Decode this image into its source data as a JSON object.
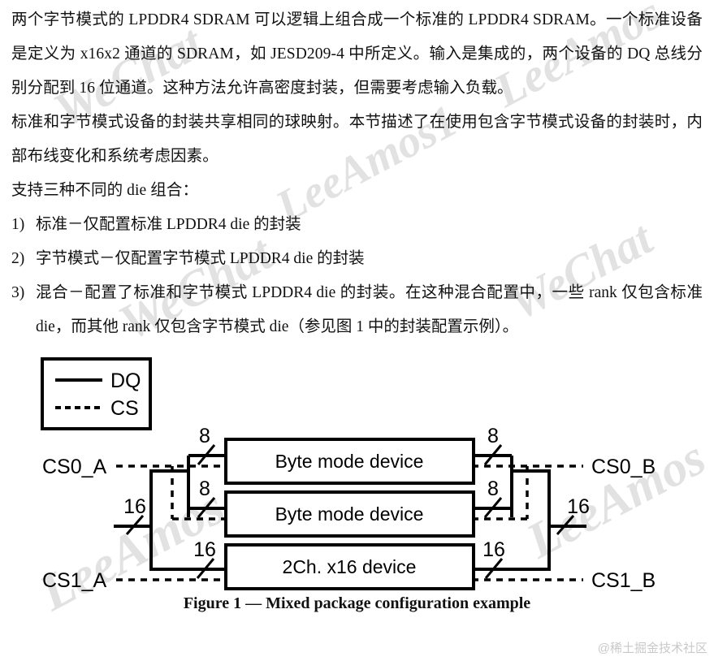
{
  "document": {
    "paragraphs": [
      "两个字节模式的 LPDDR4 SDRAM 可以逻辑上组合成一个标准的 LPDDR4 SDRAM。一个标准设备是定义为 x16x2 通道的 SDRAM，如 JESD209-4 中所定义。输入是集成的，两个设备的 DQ 总线分别分配到 16 位通道。这种方法允许高密度封装，但需要考虑输入负载。",
      "标准和字节模式设备的封装共享相同的球映射。本节描述了在使用包含字节模式设备的封装时，内部布线变化和系统考虑因素。",
      "支持三种不同的 die 组合："
    ],
    "list": [
      {
        "marker": "1)",
        "text": "标准－仅配置标准 LPDDR4 die 的封装"
      },
      {
        "marker": "2)",
        "text": "字节模式－仅配置字节模式 LPDDR4 die 的封装"
      },
      {
        "marker": "3)",
        "text": "混合－配置了标准和字节模式 LPDDR4 die 的封装。在这种混合配置中，一些 rank 仅包含标准 die，而其他 rank 仅包含字节模式 die（参见图 1 中的封装配置示例）。"
      }
    ],
    "caption": "Figure 1 — Mixed package configuration example",
    "site_watermark": "@稀土掘金技术社区",
    "background_watermarks": [
      "WeChat",
      "LeeAmos",
      "LeeAmos1",
      "WeChat",
      "WeChat",
      "LeeAmos",
      "LeeAmos"
    ]
  },
  "figure": {
    "legend": {
      "entries": [
        {
          "label": "DQ",
          "style": "solid"
        },
        {
          "label": "CS",
          "style": "dashed"
        }
      ]
    },
    "devices": [
      {
        "label": "Byte mode device",
        "left_width": "8",
        "right_width": "8"
      },
      {
        "label": "Byte mode device",
        "left_width": "8",
        "right_width": "8"
      },
      {
        "label": "2Ch. x16 device",
        "left_width": "16",
        "right_width": "16"
      }
    ],
    "signals": {
      "left_top": "CS0_A",
      "left_bottom": "CS1_A",
      "right_top": "CS0_B",
      "right_bottom": "CS1_B",
      "left_bus_width": "16",
      "right_bus_width": "16"
    },
    "colors": {
      "line": "#000000",
      "text": "#000000",
      "background": "#ffffff"
    }
  }
}
